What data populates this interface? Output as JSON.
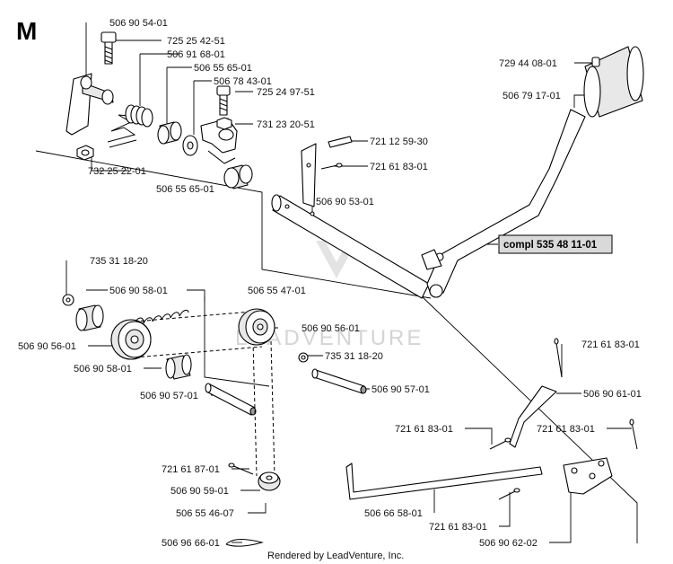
{
  "section_letter": "M",
  "callouts": {
    "c01": "506 90 54-01",
    "c02": "725 25 42-51",
    "c03": "506 91 68-01",
    "c04": "506 55 65-01",
    "c05": "506 78 43-01",
    "c06": "725 24 97-51",
    "c07": "731 23 20-51",
    "c08": "729 44 08-01",
    "c09": "506 79 17-01",
    "c10": "721 12 59-30",
    "c11": "721 61 83-01",
    "c12": "732 25 22-01",
    "c13": "506 55 65-01",
    "c14": "506 90 53-01",
    "c15": "735 31 18-20",
    "c16": "506 90 58-01",
    "c17": "506 55 47-01",
    "c18": "506 90 56-01",
    "c19": "506 90 56-01",
    "c20": "735 31 18-20",
    "c21": "506 90 58-01",
    "c22": "506 90 57-01",
    "c23": "506 90 57-01",
    "c24": "721 61 83-01",
    "c25": "506 90 61-01",
    "c26": "721 61 83-01",
    "c27": "721 61 83-01",
    "c28": "721 61 87-01",
    "c29": "506 90 59-01",
    "c30": "506 55 46-07",
    "c31": "506 66 58-01",
    "c32": "721 61 83-01",
    "c33": "506 96 66-01",
    "c34": "506 90 62-02"
  },
  "assembly_label": "compl 535 48 11-01",
  "watermark": "LEADVENTURE",
  "footer": "Rendered by LeadVenture, Inc.",
  "colors": {
    "assembly_box": "#d9d9d9",
    "watermark": "#d4d4d4"
  }
}
